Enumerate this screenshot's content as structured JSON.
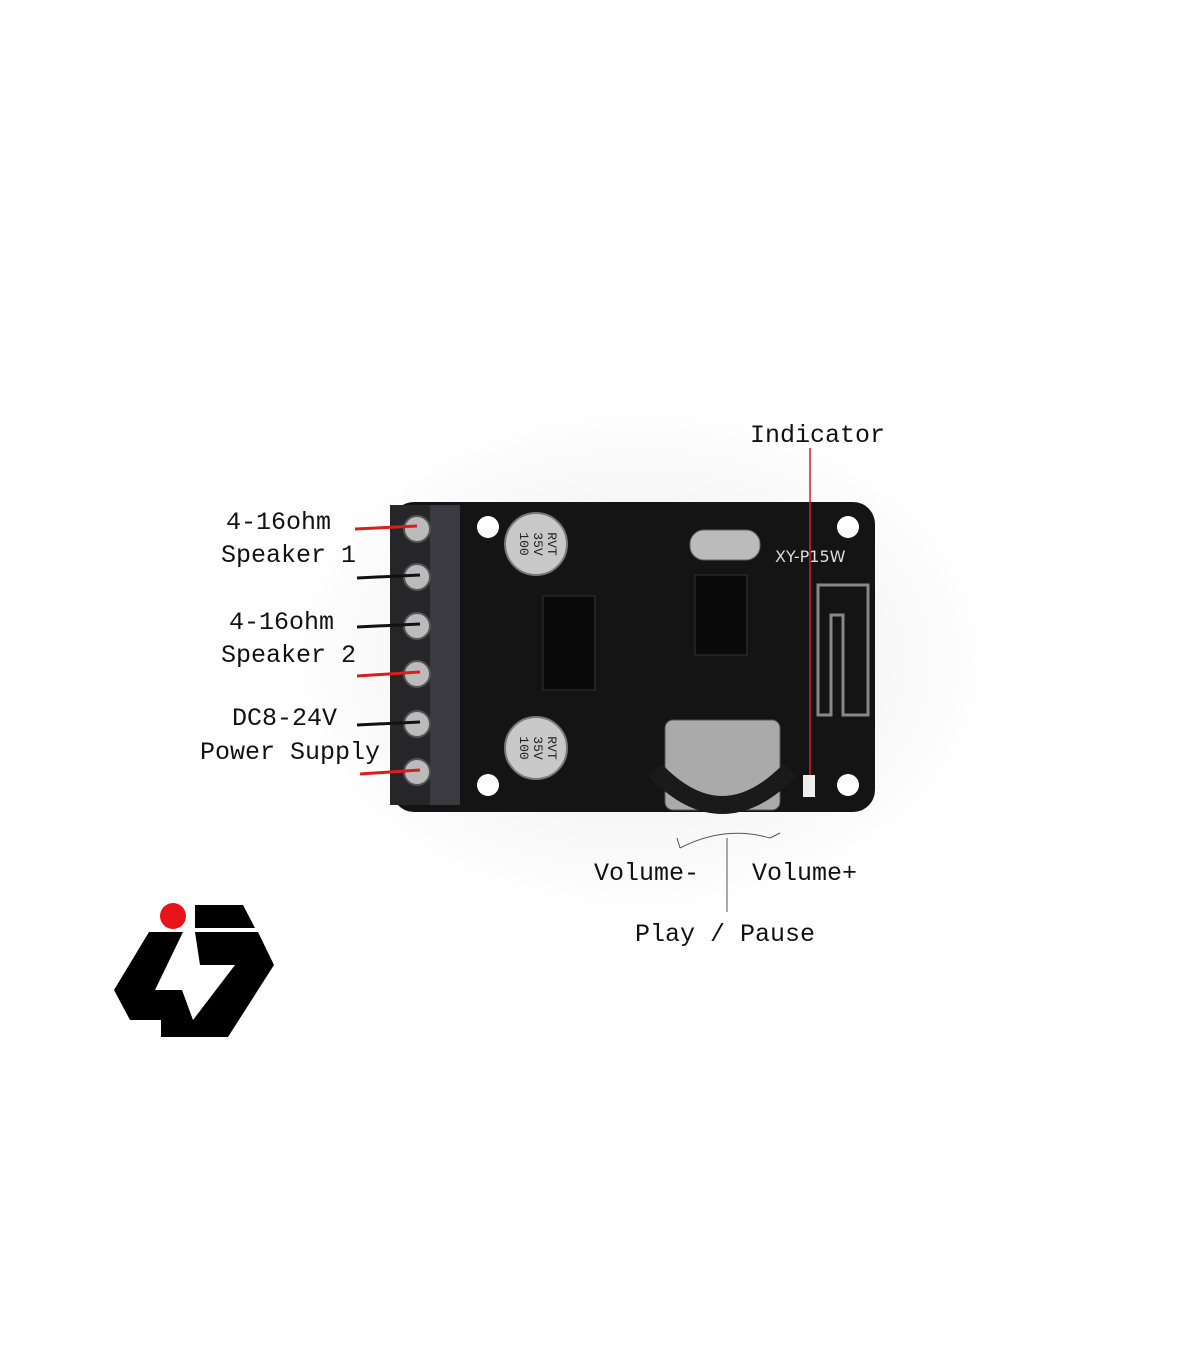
{
  "labels": {
    "indicator": "Indicator",
    "speaker1_ohm": "4-16ohm",
    "speaker1": "Speaker 1",
    "speaker2_ohm": "4-16ohm",
    "speaker2": "Speaker 2",
    "power_voltage": "DC8-24V",
    "power": "Power Supply",
    "volume_minus": "Volume-",
    "volume_plus": "Volume+",
    "play_pause": "Play / Pause"
  },
  "board": {
    "model": "XY-P15W",
    "capacitor_text": [
      "100",
      "35V",
      "RVT"
    ]
  },
  "colors": {
    "board": "#111111",
    "red_wire": "#d81e1e",
    "logo_dot": "#e8141b"
  }
}
